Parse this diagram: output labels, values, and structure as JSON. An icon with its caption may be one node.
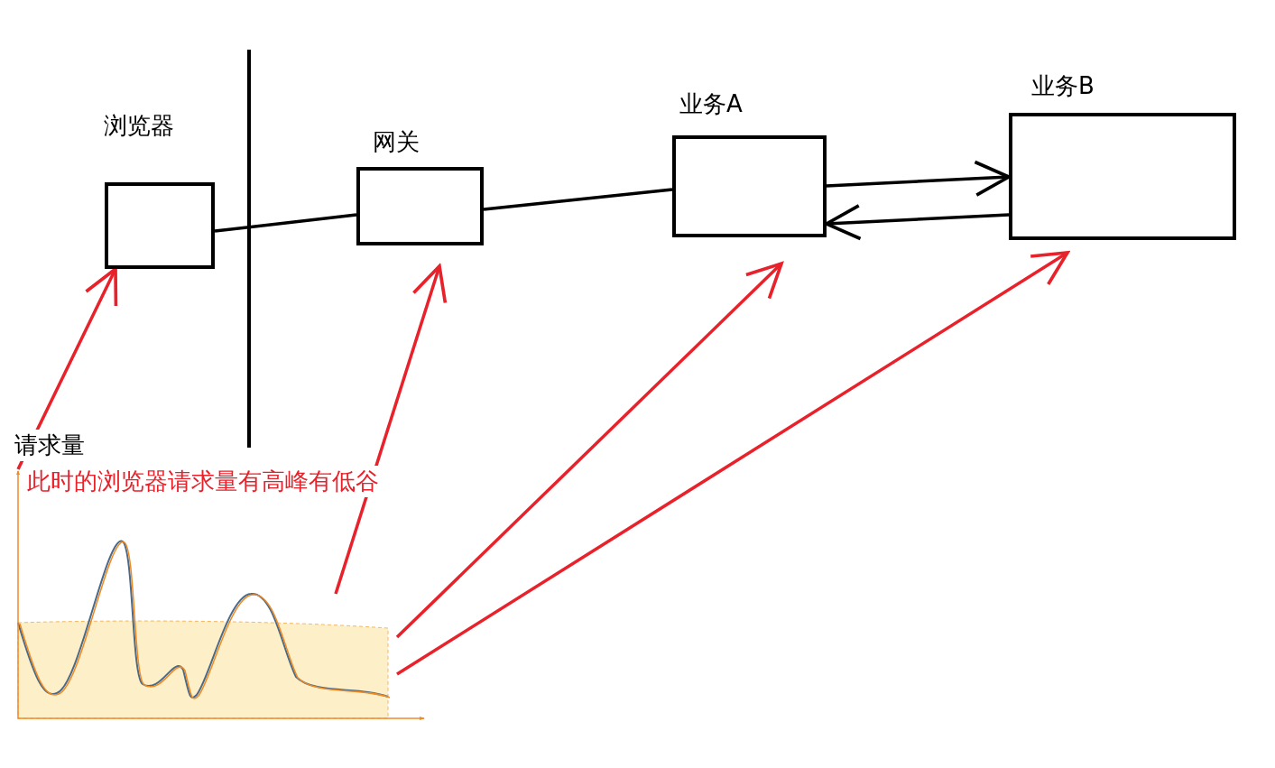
{
  "diagram": {
    "nodes": [
      {
        "text": [
          "浏览器"
        ]
      },
      {
        "text": [
          "网关"
        ]
      },
      {
        "text": [
          "业务A"
        ]
      },
      {
        "text": [
          "业务B"
        ]
      },
      {
        "text": [],
        "shape": "picture"
      }
    ],
    "edges": [
      {
        "from": 0,
        "to": 1,
        "arrow": "none"
      },
      {
        "from": 1,
        "to": 2,
        "arrow": "none"
      },
      {
        "from": 2,
        "to": 3,
        "arrow": "to"
      },
      {
        "from": 3,
        "to": 2,
        "arrow": "to"
      },
      {
        "from": 4,
        "to": 0,
        "arrow": "to",
        "color": "#e8212a"
      },
      {
        "from": 4,
        "to": 1,
        "arrow": "to",
        "color": "#e8212a"
      },
      {
        "from": 4,
        "to": 2,
        "arrow": "to",
        "color": "#e8212a"
      },
      {
        "from": 4,
        "to": 3,
        "arrow": "to",
        "color": "#e8212a"
      }
    ],
    "labels": [
      "请求量",
      "此时的浏览器请求量有高峰有低谷"
    ]
  }
}
